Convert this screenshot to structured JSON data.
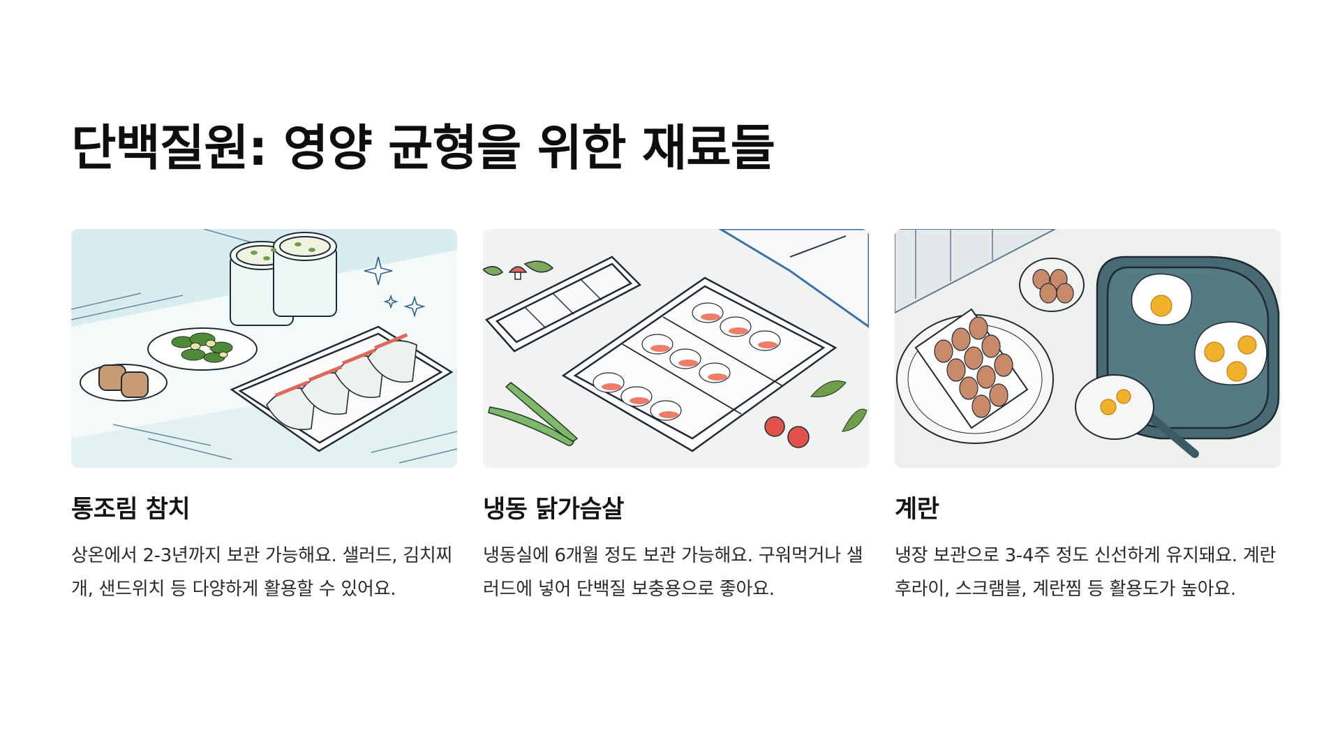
{
  "page": {
    "title": "단백질원: 영양 균형을 위한 재료들"
  },
  "cards": [
    {
      "title": "통조림 참치",
      "description": "상온에서 2-3년까지 보관 가능해요. 샐러드, 김치찌개, 샌드위치 등 다양하게 활용할 수 있어요.",
      "illustration": "canned-tuna-meal-prep-illustration",
      "background": "#d9ecee"
    },
    {
      "title": "냉동 닭가슴살",
      "description": "냉동실에 6개월 정도 보관 가능해요. 구워먹거나 샐러드에 넣어 단백질 보충용으로 좋아요.",
      "illustration": "frozen-chicken-breast-container-illustration",
      "background": "#f1f3f3"
    },
    {
      "title": "계란",
      "description": "냉장 보관으로 3-4주 정도 신선하게 유지돼요. 계란후라이, 스크램블, 계란찜 등 활용도가 높아요.",
      "illustration": "eggs-and-fried-eggs-illustration",
      "background": "#eef0ed"
    }
  ]
}
